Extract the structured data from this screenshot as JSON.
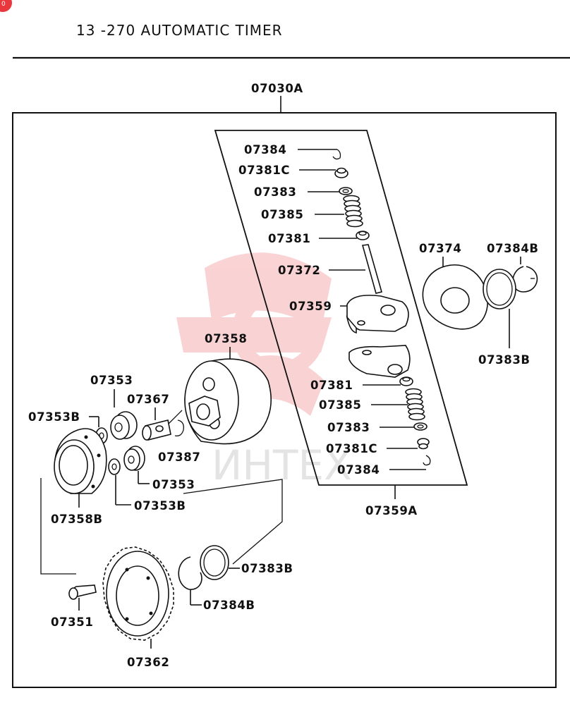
{
  "header": {
    "title": "13 -270   AUTOMATIC TIMER",
    "badge": "0"
  },
  "watermark": {
    "text": "ИНТЕХ",
    "accent_color": "#e8383d"
  },
  "labels": {
    "assembly": "07030A",
    "sub_assembly": "07359A",
    "p07384_top": "07384",
    "p07381C_top": "07381C",
    "p07383_top": "07383",
    "p07385_top": "07385",
    "p07381_top": "07381",
    "p07372": "07372",
    "p07359": "07359",
    "p07381_bot": "07381",
    "p07385_bot": "07385",
    "p07383_bot": "07383",
    "p07381C_bot": "07381C",
    "p07384_bot": "07384",
    "p07374": "07374",
    "p07384B_right": "07384B",
    "p07383B_right": "07383B",
    "p07358": "07358",
    "p07353_top": "07353",
    "p07367": "07367",
    "p07353B_left": "07353B",
    "p07387": "07387",
    "p07353_mid": "07353",
    "p07353B_mid": "07353B",
    "p07358B": "07358B",
    "p07383B_bot": "07383B",
    "p07384B_bot": "07384B",
    "p07351": "07351",
    "p07362": "07362"
  }
}
